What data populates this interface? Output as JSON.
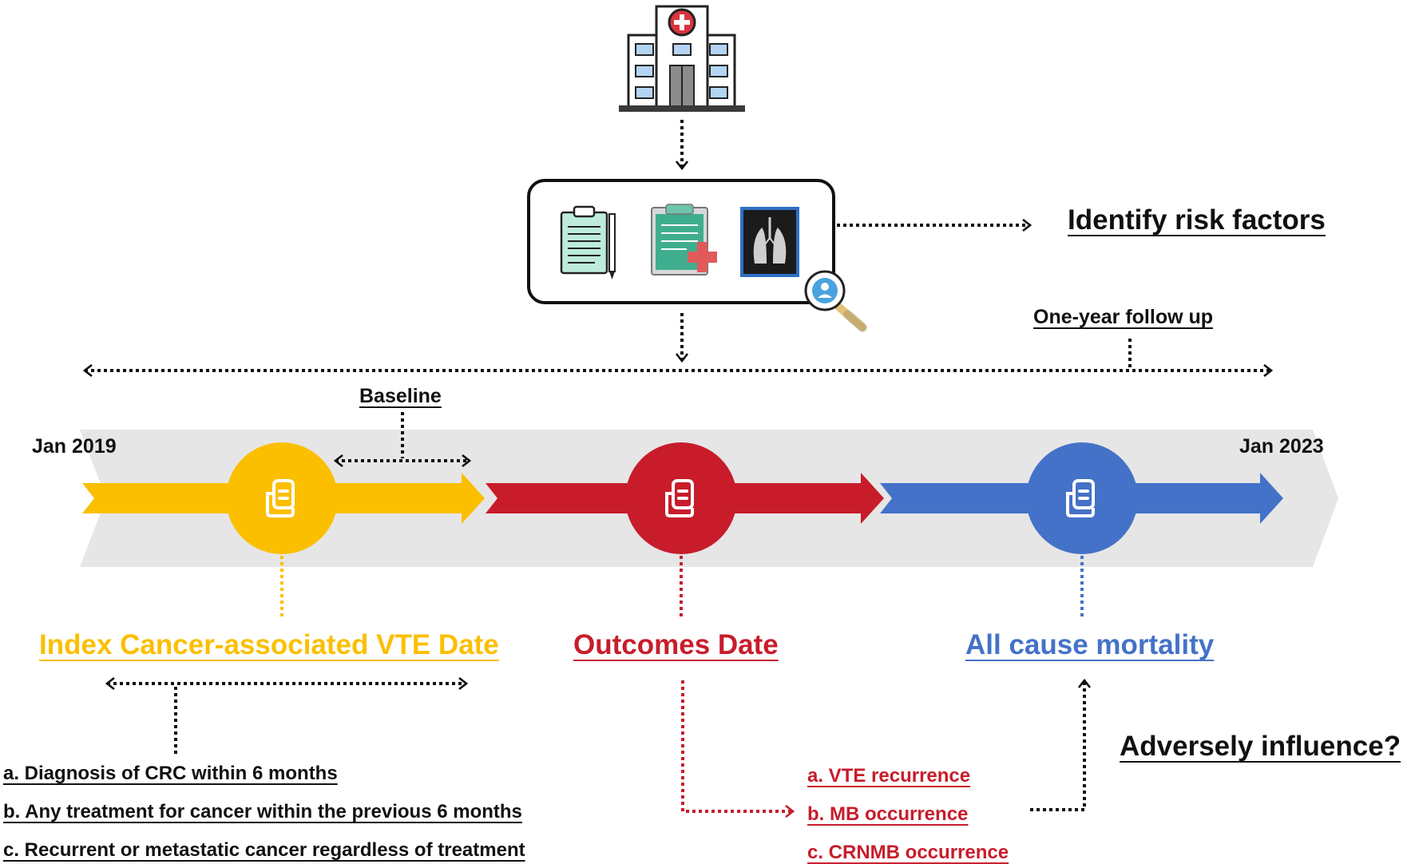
{
  "colors": {
    "yellow": "#FBBF00",
    "red": "#C81C2B",
    "blue": "#4472C8",
    "band": "#E6E6E6",
    "black": "#111111"
  },
  "icons": {
    "hospital": "hospital-icon",
    "clipboard": "clipboard-icon",
    "medical_record": "medical-record-icon",
    "xray": "chest-xray-icon",
    "search_person": "search-person-icon",
    "document": "document-icon"
  },
  "header": {
    "identify": "Identify risk factors",
    "follow_up": "One-year follow up"
  },
  "timeline": {
    "start": "Jan 2019",
    "end": "Jan 2023",
    "baseline": "Baseline"
  },
  "milestones": {
    "index": "Index Cancer-associated VTE Date",
    "outcomes": "Outcomes Date",
    "mortality": "All cause mortality"
  },
  "criteria": [
    "a. Diagnosis of CRC within 6 months",
    "b. Any treatment for cancer within the previous 6 months",
    "c. Recurrent or metastatic cancer regardless of treatment"
  ],
  "outcomes_list": [
    "a. VTE recurrence",
    "b. MB occurrence",
    "c. CRNMB occurrence"
  ],
  "question": "Adversely influence?"
}
